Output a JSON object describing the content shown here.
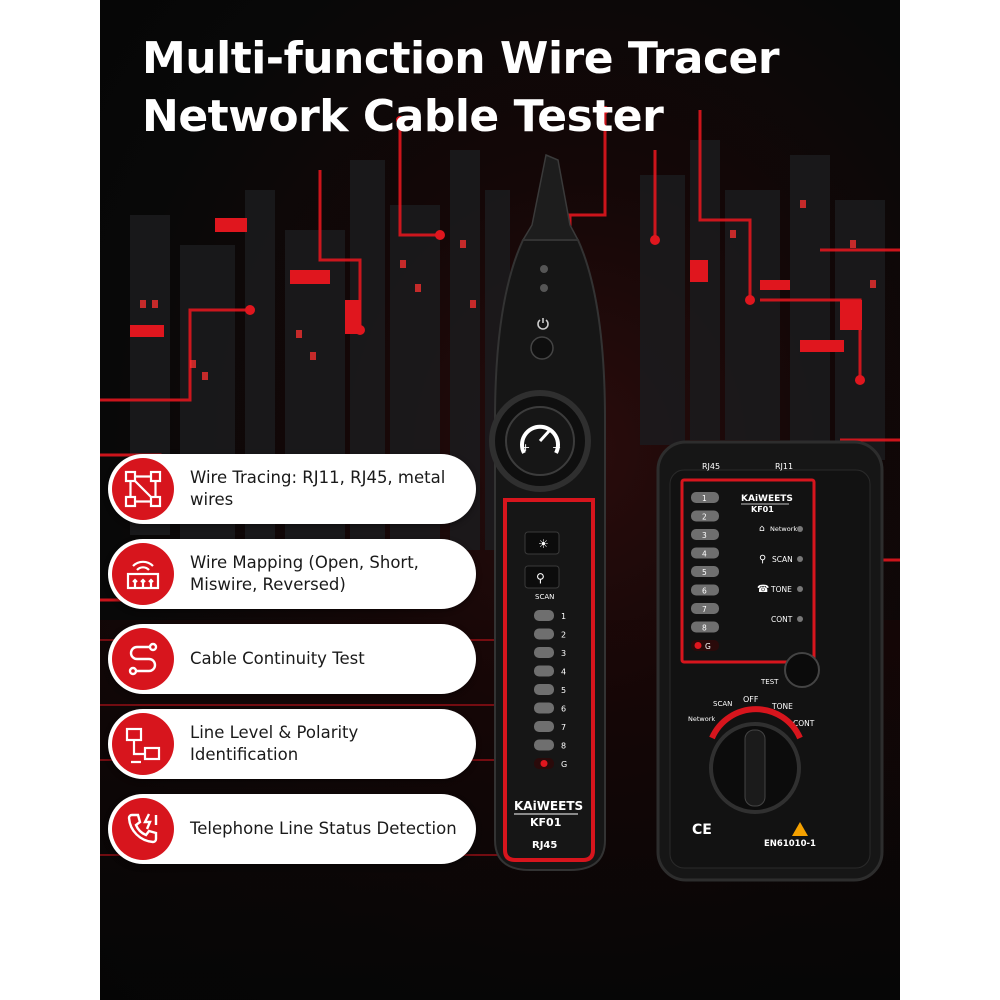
{
  "title": {
    "line1": "Multi-function Wire Tracer",
    "line2": "Network Cable Tester"
  },
  "features": [
    {
      "icon": "wire-tracing-icon",
      "text": "Wire Tracing: RJ11, RJ45, metal wires"
    },
    {
      "icon": "wire-mapping-icon",
      "text": "Wire Mapping (Open, Short, Miswire, Reversed)"
    },
    {
      "icon": "continuity-icon",
      "text": "Cable Continuity Test"
    },
    {
      "icon": "line-level-icon",
      "text": "Line Level & Polarity Identification"
    },
    {
      "icon": "telephone-icon",
      "text": "Telephone Line Status Detection"
    }
  ],
  "colors": {
    "accent": "#d7151d",
    "background": "#0a0a0a",
    "feature_bg": "#ffffff",
    "led": "#7b7b7b"
  },
  "tracer": {
    "brand": "KAiWEETS",
    "model": "KF01",
    "port": "RJ45",
    "scan_label": "SCAN",
    "plus": "+",
    "minus": "−",
    "leds": [
      "1",
      "2",
      "3",
      "4",
      "5",
      "6",
      "7",
      "8",
      "G"
    ]
  },
  "receiver": {
    "brand": "KAiWEETS",
    "model": "KF01",
    "port_left": "RJ45",
    "port_right": "RJ11",
    "leds": [
      "1",
      "2",
      "3",
      "4",
      "5",
      "6",
      "7",
      "8",
      "G"
    ],
    "status": [
      "Network",
      "SCAN",
      "TONE",
      "CONT"
    ],
    "test_label": "TEST",
    "dial": {
      "network": "Network",
      "scan": "SCAN",
      "off": "OFF",
      "tone": "TONE",
      "cont": "CONT"
    },
    "ce_mark": "CE",
    "standard": "EN61010-1"
  }
}
